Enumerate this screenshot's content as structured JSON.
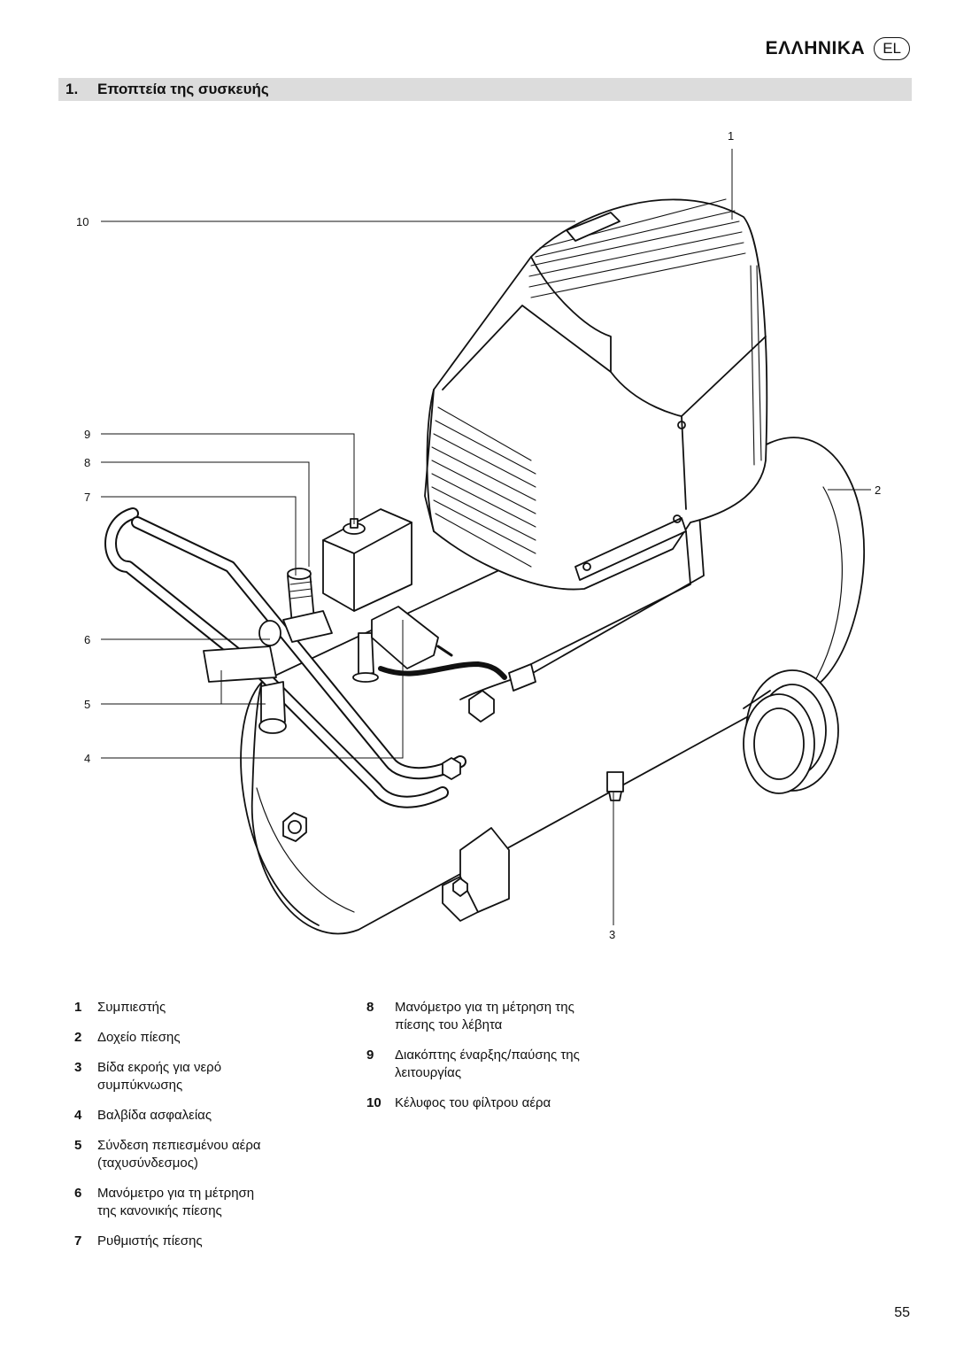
{
  "header": {
    "language": "ΕΛΛΗΝΙΚΑ",
    "badge": "EL"
  },
  "section": {
    "number": "1.",
    "title": "Εποπτεία της συσκευής"
  },
  "callouts": [
    "1",
    "2",
    "3",
    "4",
    "5",
    "6",
    "7",
    "8",
    "9",
    "10"
  ],
  "legend_left": [
    {
      "num": "1",
      "text": "Συμπιεστής"
    },
    {
      "num": "2",
      "text": "Δοχείο πίεσης"
    },
    {
      "num": "3",
      "text": "Βίδα εκροής για νερό συμπύκνωσης"
    },
    {
      "num": "4",
      "text": "Βαλβίδα ασφαλείας"
    },
    {
      "num": "5",
      "text": "Σύνδεση πεπιεσμένου αέρα (ταχυσύνδεσμος)"
    },
    {
      "num": "6",
      "text": "Μανόμετρο για τη μέτρηση της κανονικής πίεσης"
    },
    {
      "num": "7",
      "text": "Ρυθμιστής πίεσης"
    }
  ],
  "legend_right": [
    {
      "num": "8",
      "text": "Μανόμετρο για τη μέτρηση της πίεσης του λέβητα"
    },
    {
      "num": "9",
      "text": "Διακόπτης έναρξης/παύσης της λειτουργίας"
    },
    {
      "num": "10",
      "text": "Κέλυφος του φίλτρου αέρα"
    }
  ],
  "page_number": "55"
}
